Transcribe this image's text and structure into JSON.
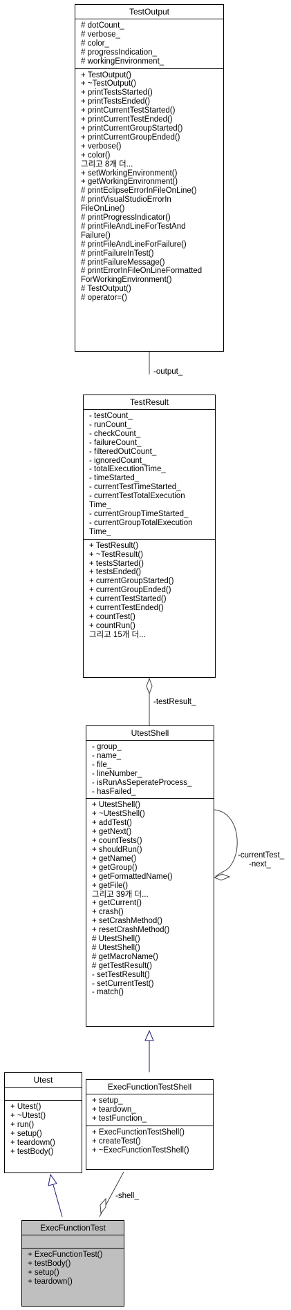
{
  "classes": {
    "TestOutput": {
      "name": "TestOutput",
      "attributes": [
        "# dotCount_",
        "# verbose_",
        "# color_",
        "# progressIndication_",
        "# workingEnvironment_"
      ],
      "operations": [
        "+ TestOutput()",
        "+ ~TestOutput()",
        "+ printTestsStarted()",
        "+ printTestsEnded()",
        "+ printCurrentTestStarted()",
        "+ printCurrentTestEnded()",
        "+ printCurrentGroupStarted()",
        "+ printCurrentGroupEnded()",
        "+ verbose()",
        "+ color()",
        "그리고 8개 더...",
        "+ setWorkingEnvironment()",
        "+ getWorkingEnvironment()",
        "# printEclipseErrorInFileOnLine()",
        "# printVisualStudioErrorIn\nFileOnLine()",
        "# printProgressIndicator()",
        "# printFileAndLineForTestAnd\nFailure()",
        "# printFileAndLineForFailure()",
        "# printFailureInTest()",
        "# printFailureMessage()",
        "# printErrorInFileOnLineFormatted\nForWorkingEnvironment()",
        "# TestOutput()",
        "# operator=()"
      ]
    },
    "TestResult": {
      "name": "TestResult",
      "attributes": [
        "- testCount_",
        "- runCount_",
        "- checkCount_",
        "- failureCount_",
        "- filteredOutCount_",
        "- ignoredCount_",
        "- totalExecutionTime_",
        "- timeStarted_",
        "- currentTestTimeStarted_",
        "- currentTestTotalExecution\nTime_",
        "- currentGroupTimeStarted_",
        "- currentGroupTotalExecution\nTime_"
      ],
      "operations": [
        "+ TestResult()",
        "+ ~TestResult()",
        "+ testsStarted()",
        "+ testsEnded()",
        "+ currentGroupStarted()",
        "+ currentGroupEnded()",
        "+ currentTestStarted()",
        "+ currentTestEnded()",
        "+ countTest()",
        "+ countRun()",
        "그리고 15개 더..."
      ]
    },
    "UtestShell": {
      "name": "UtestShell",
      "attributes": [
        "- group_",
        "- name_",
        "- file_",
        "- lineNumber_",
        "- isRunAsSeperateProcess_",
        "- hasFailed_"
      ],
      "operations": [
        "+ UtestShell()",
        "+ ~UtestShell()",
        "+ addTest()",
        "+ getNext()",
        "+ countTests()",
        "+ shouldRun()",
        "+ getName()",
        "+ getGroup()",
        "+ getFormattedName()",
        "+ getFile()",
        "그리고 39개 더...",
        "+ getCurrent()",
        "+ crash()",
        "+ setCrashMethod()",
        "+ resetCrashMethod()",
        "# UtestShell()",
        "# UtestShell()",
        "# getMacroName()",
        "# getTestResult()",
        "- setTestResult()",
        "- setCurrentTest()",
        "- match()"
      ]
    },
    "Utest": {
      "name": "Utest",
      "attributes": [],
      "operations": [
        "+ Utest()",
        "+ ~Utest()",
        "+ run()",
        "+ setup()",
        "+ teardown()",
        "+ testBody()"
      ]
    },
    "ExecFunctionTestShell": {
      "name": "ExecFunctionTestShell",
      "attributes": [
        "+ setup_",
        "+ teardown_",
        "+ testFunction_"
      ],
      "operations": [
        "+ ExecFunctionTestShell()",
        "+ createTest()",
        "+ ~ExecFunctionTestShell()"
      ]
    },
    "ExecFunctionTest": {
      "name": "ExecFunctionTest",
      "attributes": [],
      "operations": [
        "+ ExecFunctionTest()",
        "+ testBody()",
        "+ setup()",
        "+ teardown()"
      ]
    }
  },
  "edges": {
    "output": "-output_",
    "testResult": "-testResult_",
    "currentTest": "-currentTest_",
    "next": "-next_",
    "shell": "-shell_"
  },
  "colors": {
    "inheritance": "#191970",
    "association": "#404040",
    "highlight": "#bfbfbf"
  }
}
